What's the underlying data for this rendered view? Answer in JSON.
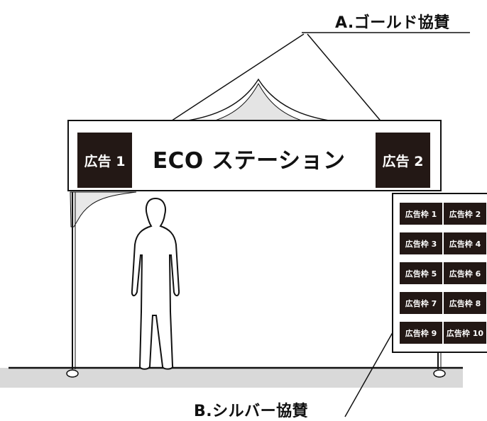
{
  "labels": {
    "gold": "A.ゴールド協賛",
    "silver": "B.シルバー協賛"
  },
  "banner": {
    "title": "ECO ステーション",
    "ads": [
      "広告 1",
      "広告 2"
    ]
  },
  "side_panel": {
    "slots": [
      "広告枠 1",
      "広告枠 2",
      "広告枠 3",
      "広告枠 4",
      "広告枠 5",
      "広告枠 6",
      "広告枠 7",
      "広告枠 8",
      "広告枠 9",
      "広告枠 10"
    ]
  },
  "colors": {
    "ad_block": "#231815",
    "line": "#111111",
    "ground_shadow": "#d9d9d9"
  }
}
